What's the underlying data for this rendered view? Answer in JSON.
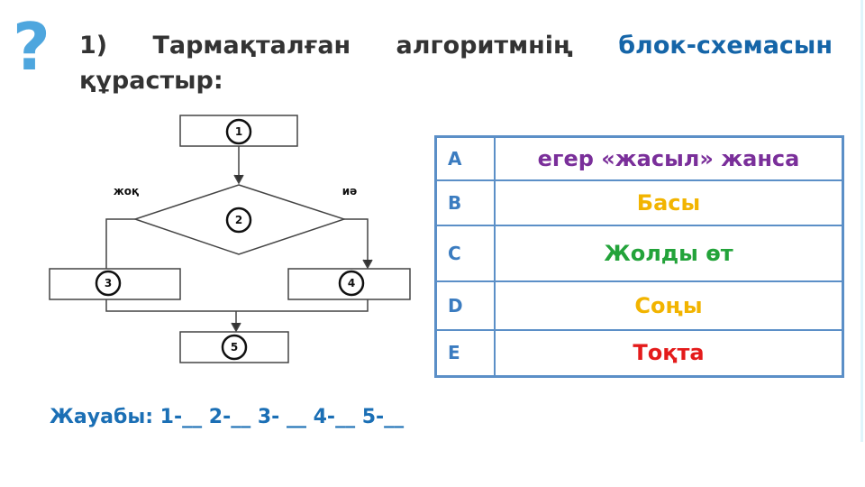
{
  "title": {
    "number": "1)",
    "word1": "Тармақталған",
    "word2": "алгоритмнің",
    "highlight": "блок-схемасын",
    "line2": "құрастыр:"
  },
  "flowchart": {
    "nodes": [
      "1",
      "2",
      "3",
      "4",
      "5"
    ],
    "no_label": "жоқ",
    "yes_label": "иә"
  },
  "table": [
    {
      "key": "A",
      "value": "егер «жасыл» жанса",
      "color": "#7a2f9a"
    },
    {
      "key": "B",
      "value": "Басы",
      "color": "#f2b400"
    },
    {
      "key": "C",
      "value": "Жолды өт",
      "color": "#23a33a"
    },
    {
      "key": "D",
      "value": "Соңы",
      "color": "#f2b400"
    },
    {
      "key": "E",
      "value": "Тоқта",
      "color": "#e41b1b"
    }
  ],
  "answer": "Жауабы: 1-__ 2-__ 3- __ 4-__ 5-__"
}
